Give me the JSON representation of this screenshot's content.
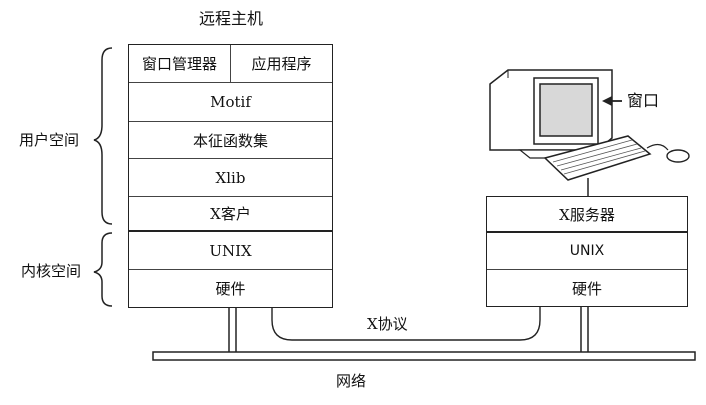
{
  "remote_host": {
    "title": "远程主机",
    "layers": {
      "window_manager": "窗口管理器",
      "application": "应用程序",
      "motif": "Motif",
      "intrinsics": "本征函数集",
      "xlib": "Xlib",
      "x_client": "X客户",
      "unix": "UNIX",
      "hardware": "硬件"
    }
  },
  "labels": {
    "user_space": "用户空间",
    "kernel_space": "内核空间",
    "window": "窗口",
    "x_protocol": "X协议",
    "network": "网络"
  },
  "local_machine": {
    "layers": {
      "x_server": "X服务器",
      "unix": "UNIX",
      "hardware": "硬件"
    }
  }
}
